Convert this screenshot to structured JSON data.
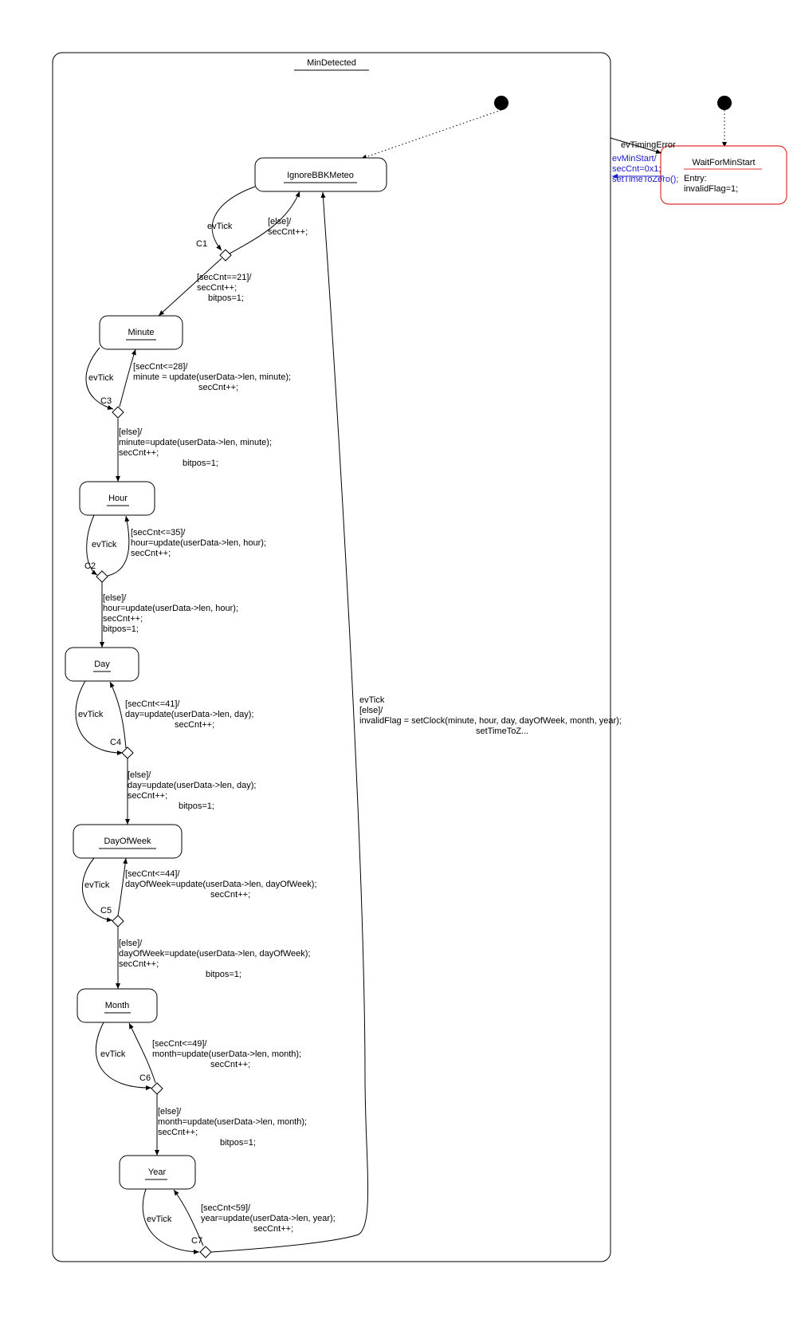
{
  "composite": {
    "name": "MinDetected"
  },
  "states": {
    "ignore": "IgnoreBBKMeteo",
    "minute": "Minute",
    "hour": "Hour",
    "day": "Day",
    "dayofweek": "DayOfWeek",
    "month": "Month",
    "year": "Year",
    "wait": "WaitForMinStart"
  },
  "wait_entry": [
    "Entry:",
    "invalidFlag=1;"
  ],
  "choices": {
    "c1": "C1",
    "c2": "C2",
    "c3": "C3",
    "c4": "C4",
    "c5": "C5",
    "c6": "C6",
    "c7": "C7"
  },
  "transitions": {
    "evtick": "evTick",
    "ignore_else": [
      "[else]/",
      "secCnt++;"
    ],
    "ignore_to_minute": [
      "[secCnt==21]/",
      "secCnt++;",
      "bitpos=1;"
    ],
    "minute_self": [
      "[secCnt<=28]/",
      "minute = update(userData->len, minute);",
      "secCnt++;"
    ],
    "minute_to_hour": [
      "[else]/",
      "minute=update(userData->len, minute);",
      "secCnt++;",
      "bitpos=1;"
    ],
    "hour_self": [
      "[secCnt<=35]/",
      "hour=update(userData->len, hour);",
      "secCnt++;"
    ],
    "hour_to_day": [
      "[else]/",
      "hour=update(userData->len, hour);",
      "secCnt++;",
      "bitpos=1;"
    ],
    "day_self": [
      "[secCnt<=41]/",
      "day=update(userData->len, day);",
      "secCnt++;"
    ],
    "day_to_dow": [
      "[else]/",
      "day=update(userData->len, day);",
      "secCnt++;",
      "bitpos=1;"
    ],
    "dow_self": [
      "[secCnt<=44]/",
      "dayOfWeek=update(userData->len, dayOfWeek);",
      "secCnt++;"
    ],
    "dow_to_month": [
      "[else]/",
      "dayOfWeek=update(userData->len, dayOfWeek);",
      "secCnt++;",
      "bitpos=1;"
    ],
    "month_self": [
      "[secCnt<=49]/",
      "month=update(userData->len, month);",
      "secCnt++;"
    ],
    "month_to_year": [
      "[else]/",
      "month=update(userData->len, month);",
      "secCnt++;",
      "bitpos=1;"
    ],
    "year_self": [
      "[secCnt<59]/",
      "year=update(userData->len, year);",
      "secCnt++;"
    ],
    "year_back": [
      "evTick",
      "[else]/",
      "invalidFlag = setClock(minute, hour, day, dayOfWeek, month, year);",
      "setTimeToZ..."
    ],
    "timing_error": "evTimingError",
    "min_start": [
      "evMinStart/",
      "secCnt=0x1;",
      "setTimeToZero();"
    ]
  }
}
